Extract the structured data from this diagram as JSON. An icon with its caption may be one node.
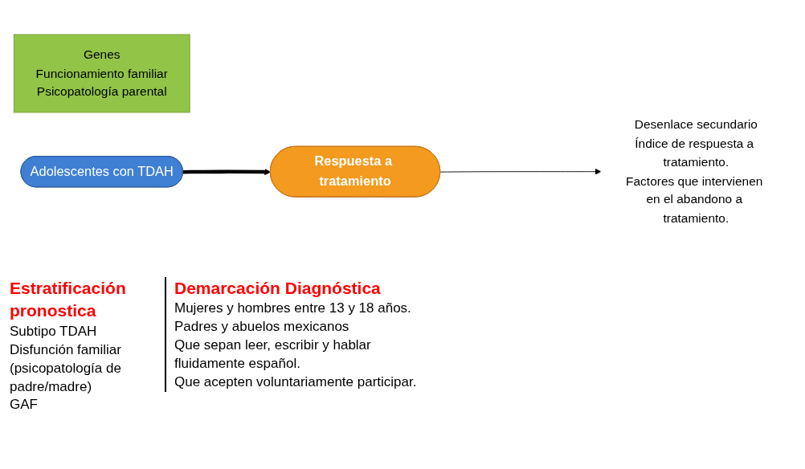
{
  "diagram": {
    "nodes": [
      {
        "text": [
          "Genes",
          "Funcionamiento familiar",
          "Psicopatología parental"
        ]
      },
      {
        "text": [
          "Adolescentes con TDAH"
        ]
      },
      {
        "text": [
          "Respuesta a tratamiento"
        ]
      },
      {
        "text": [
          "Desenlace secundario",
          "Índice de respuesta a tratamiento.",
          "Factores que intervienen en el abandono a tratamiento."
        ]
      }
    ],
    "edges": [
      {
        "from": 1,
        "to": 2,
        "arrow": "to",
        "style": "thick"
      },
      {
        "from": 2,
        "to": 3,
        "arrow": "to"
      }
    ],
    "labels": [
      "Estratificación pronostica",
      "Subtipo TDAH",
      "Disfunción familiar (psicopatología de padre/madre)",
      "GAF",
      "Demarcación Diagnóstica",
      "Mujeres y hombres entre 13 y 18 años.",
      "Padres  y abuelos mexicanos",
      "Que sepan leer, escribir y hablar fluidamente español.",
      "Que acepten voluntariamente participar."
    ]
  }
}
